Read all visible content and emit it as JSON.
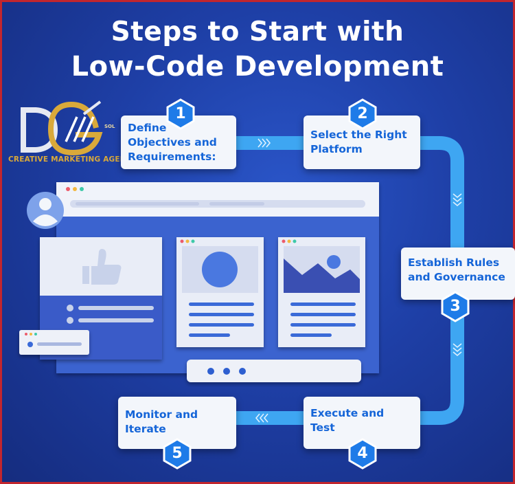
{
  "title": {
    "line1": "Steps to Start with",
    "line2": "Low-Code Development"
  },
  "logo": {
    "tagline": "CREATIVE MARKETING AGENCY",
    "sol": "SOL"
  },
  "steps": [
    {
      "number": "1",
      "lines": [
        "Define",
        "Objectives and",
        "Requirements:"
      ]
    },
    {
      "number": "2",
      "lines": [
        "Select the Right",
        "Platform"
      ]
    },
    {
      "number": "3",
      "lines": [
        "Establish Rules",
        "and Governance"
      ]
    },
    {
      "number": "4",
      "lines": [
        "Execute and",
        "Test"
      ]
    },
    {
      "number": "5",
      "lines": [
        "Monitor and",
        "Iterate"
      ]
    }
  ],
  "colors": {
    "background": "#1e3fa6",
    "card_text": "#1565d8",
    "badge": "#1e7be8",
    "connector": "#3ea6f2",
    "logo_gold": "#d9a93a"
  },
  "icons": [
    "user-avatar-icon",
    "thumbs-up-icon",
    "mountain-image-icon",
    "chevron-arrow-icon"
  ]
}
